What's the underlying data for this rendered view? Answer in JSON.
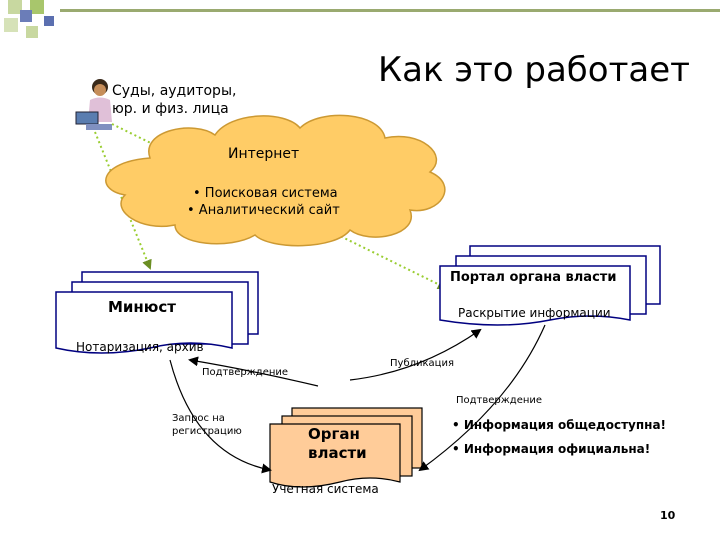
{
  "title": "Как это работает",
  "user": {
    "line1": "Суды, аудиторы,",
    "line2": "юр. и физ. лица"
  },
  "cloud": {
    "title": "Интернет",
    "bullets": [
      "• Поисковая система",
      "• Аналитический сайт"
    ]
  },
  "minjust": {
    "title": "Минюст",
    "subtitle": "Нотаризация, архив"
  },
  "portal": {
    "title": "Портал органа власти",
    "subtitle": "Раскрытие информации"
  },
  "organ": {
    "title_line1": "Орган",
    "title_line2": "власти",
    "subtitle": "Учетная система"
  },
  "arrows": {
    "confirm_left": "Подтверждение",
    "publish": "Публикация",
    "confirm_right": "Подтверждение",
    "request": "Запрос на регистрацию",
    "request_line1": "Запрос на",
    "request_line2": "регистрацию"
  },
  "info": {
    "line1": "• Информация общедоступна!",
    "line2": "• Информация официальна!"
  },
  "page_number": "10",
  "colors": {
    "cloud": "#FFCC66",
    "doc_fill": "#FFFFFF",
    "doc_stroke": "#000080",
    "organ_fill": "#FFCC99",
    "arrow": "#000000",
    "dotted": "#9ACD32",
    "deco_green": "#A8C66C",
    "deco_blue": "#5B6FB0"
  }
}
